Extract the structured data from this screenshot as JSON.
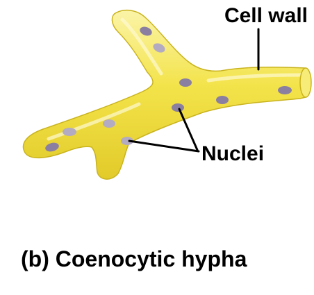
{
  "diagram": {
    "labels": {
      "cell_wall": "Cell wall",
      "nuclei": "Nuclei"
    },
    "caption": "(b) Coenocytic hypha",
    "colors": {
      "hypha_fill": "#f3e34a",
      "hypha_highlight": "#fbf4a8",
      "hypha_edge": "#c9b31e",
      "nucleus": "#8a7fa0",
      "nucleus_light": "#b3abc2",
      "leader_line": "#000000"
    }
  }
}
